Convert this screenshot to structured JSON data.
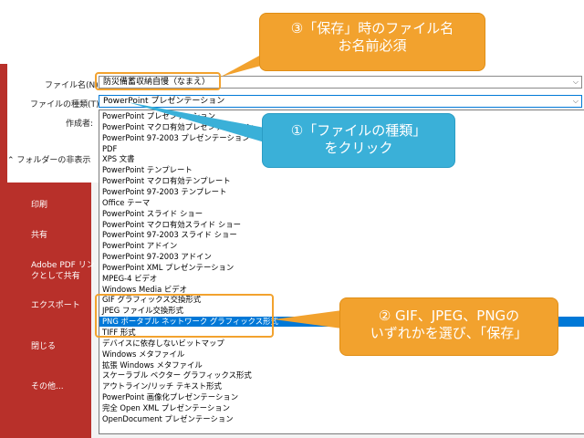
{
  "backstage": {
    "items": [
      {
        "label": "印刷"
      },
      {
        "label": "共有"
      },
      {
        "label": "Adobe PDF リンクとして共有"
      },
      {
        "label": "エクスポート"
      },
      {
        "label": "閉じる"
      },
      {
        "label": "その他..."
      }
    ]
  },
  "dialog": {
    "filename_label": "ファイル名(N):",
    "filename_value": "防災備蓄収納自慢（なまえ）",
    "filetype_label": "ファイルの種類(T):",
    "filetype_value": "PowerPoint プレゼンテーション",
    "author_label": "作成者:",
    "hide_folders_label": "フォルダーの非表示"
  },
  "filetype_options": [
    "PowerPoint プレゼンテーション",
    "PowerPoint マクロ有効プレゼンテーション",
    "PowerPoint 97-2003 プレゼンテーション",
    "PDF",
    "XPS 文書",
    "PowerPoint テンプレート",
    "PowerPoint マクロ有効テンプレート",
    "PowerPoint 97-2003 テンプレート",
    "Office テーマ",
    "PowerPoint スライド ショー",
    "PowerPoint マクロ有効スライド ショー",
    "PowerPoint 97-2003 スライド ショー",
    "PowerPoint アドイン",
    "PowerPoint 97-2003 アドイン",
    "PowerPoint XML プレゼンテーション",
    "MPEG-4 ビデオ",
    "Windows Media ビデオ",
    "GIF グラフィックス交換形式",
    "JPEG ファイル交換形式",
    "PNG ポータブル ネットワーク グラフィックス形式",
    "TIFF 形式",
    "デバイスに依存しないビットマップ",
    "Windows メタファイル",
    "拡張 Windows メタファイル",
    "スケーラブル ベクター グラフィックス形式",
    "アウトライン/リッチ テキスト形式",
    "PowerPoint 画像化プレゼンテーション",
    "完全 Open XML プレゼンテーション",
    "OpenDocument プレゼンテーション"
  ],
  "selected_option_index": 19,
  "callouts": {
    "c3_line1": "③「保存」時のファイル名",
    "c3_line2": "お名前必須",
    "c1_line1": "①「ファイルの種類」",
    "c1_line2": "をクリック",
    "c2_line1": "② GIF、JPEG、PNGの",
    "c2_line2": "いずれかを選び、「保存」"
  },
  "colors": {
    "accent_orange": "#f2a22e",
    "accent_blue": "#3ab0d8",
    "selection": "#0078d7",
    "backstage_red": "#b8302a"
  }
}
